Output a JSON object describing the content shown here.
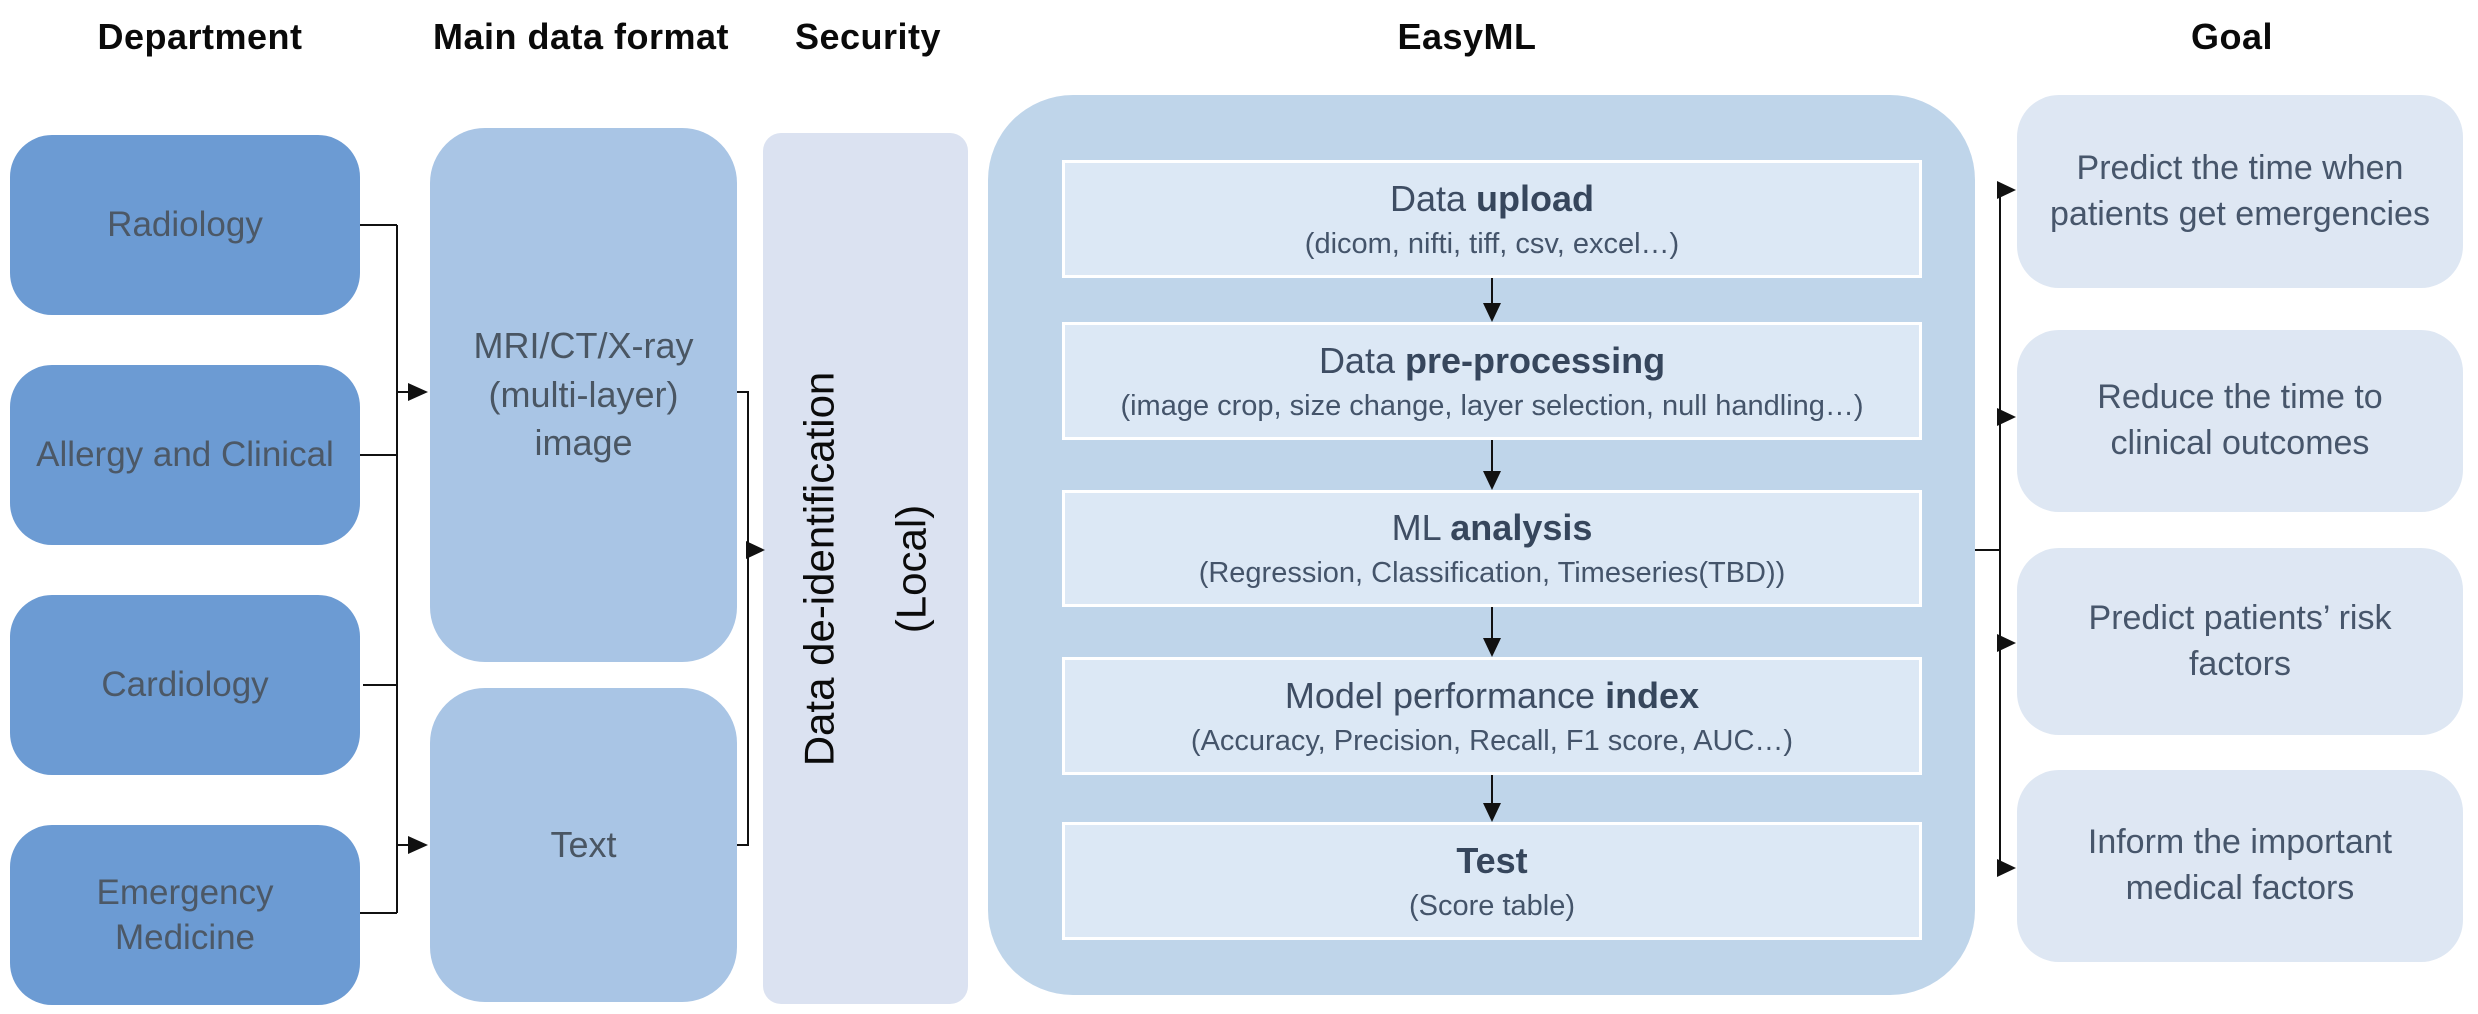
{
  "headers": {
    "department": "Department",
    "data_format": "Main data format",
    "security": "Security",
    "easyml": "EasyML",
    "goal": "Goal"
  },
  "departments": [
    {
      "label": "Radiology"
    },
    {
      "label": "Allergy and Clinical"
    },
    {
      "label": "Cardiology"
    },
    {
      "line1": "Emergency",
      "line2": "Medicine"
    }
  ],
  "data_formats": {
    "image_box": {
      "line1": "MRI/CT/X-ray",
      "line2": "(multi-layer)",
      "line3": "image"
    },
    "text_box": {
      "label": "Text"
    }
  },
  "security_box": {
    "line1": "Data de-identification",
    "line2": "(Local)"
  },
  "easyml_steps": [
    {
      "prefix": "Data ",
      "bold": "upload",
      "subtitle": "(dicom, nifti, tiff, csv, excel…)"
    },
    {
      "prefix": "Data ",
      "bold": "pre-processing",
      "subtitle": "(image crop, size change, layer selection, null handling…)"
    },
    {
      "prefix": "ML ",
      "bold": "analysis",
      "subtitle": "(Regression, Classification, Timeseries(TBD))"
    },
    {
      "prefix": "Model performance ",
      "bold": "index",
      "subtitle": "(Accuracy, Precision, Recall, F1 score, AUC…)"
    },
    {
      "prefix": "",
      "bold": "Test",
      "subtitle": "(Score table)"
    }
  ],
  "goals": [
    {
      "line1": "Predict the time when",
      "line2": "patients get emergencies"
    },
    {
      "line1": "Reduce the time to",
      "line2": "clinical outcomes"
    },
    {
      "line1": "Predict patients’ risk",
      "line2": "factors"
    },
    {
      "line1": "Inform the important",
      "line2": "medical factors"
    }
  ],
  "colors": {
    "department_fill": "#6C9BD3",
    "format_fill": "#A9C5E5",
    "security_fill": "#DBE2F1",
    "easyml_container_fill": "#BFD5EA",
    "easyml_step_fill": "#DCE8F5",
    "easyml_step_border": "#FFFFFF",
    "goal_fill": "#DEE7F3",
    "box_text": "#4C5866",
    "step_text": "#3E4D63",
    "header_text": "#0A0A0A",
    "line_color": "#111111"
  }
}
